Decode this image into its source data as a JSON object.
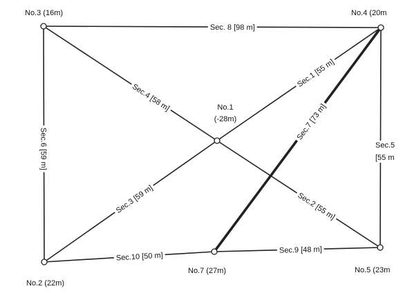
{
  "nodes": [
    {
      "id": "n3",
      "label": "No.3 (16m)"
    },
    {
      "id": "n4",
      "label": "No.4 (20m"
    },
    {
      "id": "n1",
      "label": "No.1",
      "label2": "(-28m)"
    },
    {
      "id": "n2",
      "label": "No.2 (22m)"
    },
    {
      "id": "n7",
      "label": "No.7 (27m)"
    },
    {
      "id": "n5",
      "label": "No.5 (23m"
    }
  ],
  "edges": [
    {
      "id": "e8",
      "from": "n3",
      "to": "n4",
      "label": "Sec. 8 [98 m]"
    },
    {
      "id": "e4",
      "from": "n3",
      "to": "n1",
      "label": "Sec.4 [58 m]"
    },
    {
      "id": "e6",
      "from": "n3",
      "to": "n2",
      "label": "Sec.6 [59 m]"
    },
    {
      "id": "e1",
      "from": "n1",
      "to": "n4",
      "label": "Sec.1 [55 m]"
    },
    {
      "id": "e7",
      "from": "n7",
      "to": "n4",
      "label": "Sec.7 [73 m]",
      "thick": true
    },
    {
      "id": "e5",
      "from": "n4",
      "to": "n5",
      "label": "Sec.5",
      "label2": "[55 m"
    },
    {
      "id": "e3",
      "from": "n2",
      "to": "n1",
      "label": "Sec.3 [59 m]"
    },
    {
      "id": "e2",
      "from": "n1",
      "to": "n5",
      "label": "Sec.2 [55 m]"
    },
    {
      "id": "e10",
      "from": "n2",
      "to": "n7",
      "label": "Sec.10 [50 m]"
    },
    {
      "id": "e9",
      "from": "n7",
      "to": "n5",
      "label": "Sec.9 [48 m]"
    }
  ]
}
